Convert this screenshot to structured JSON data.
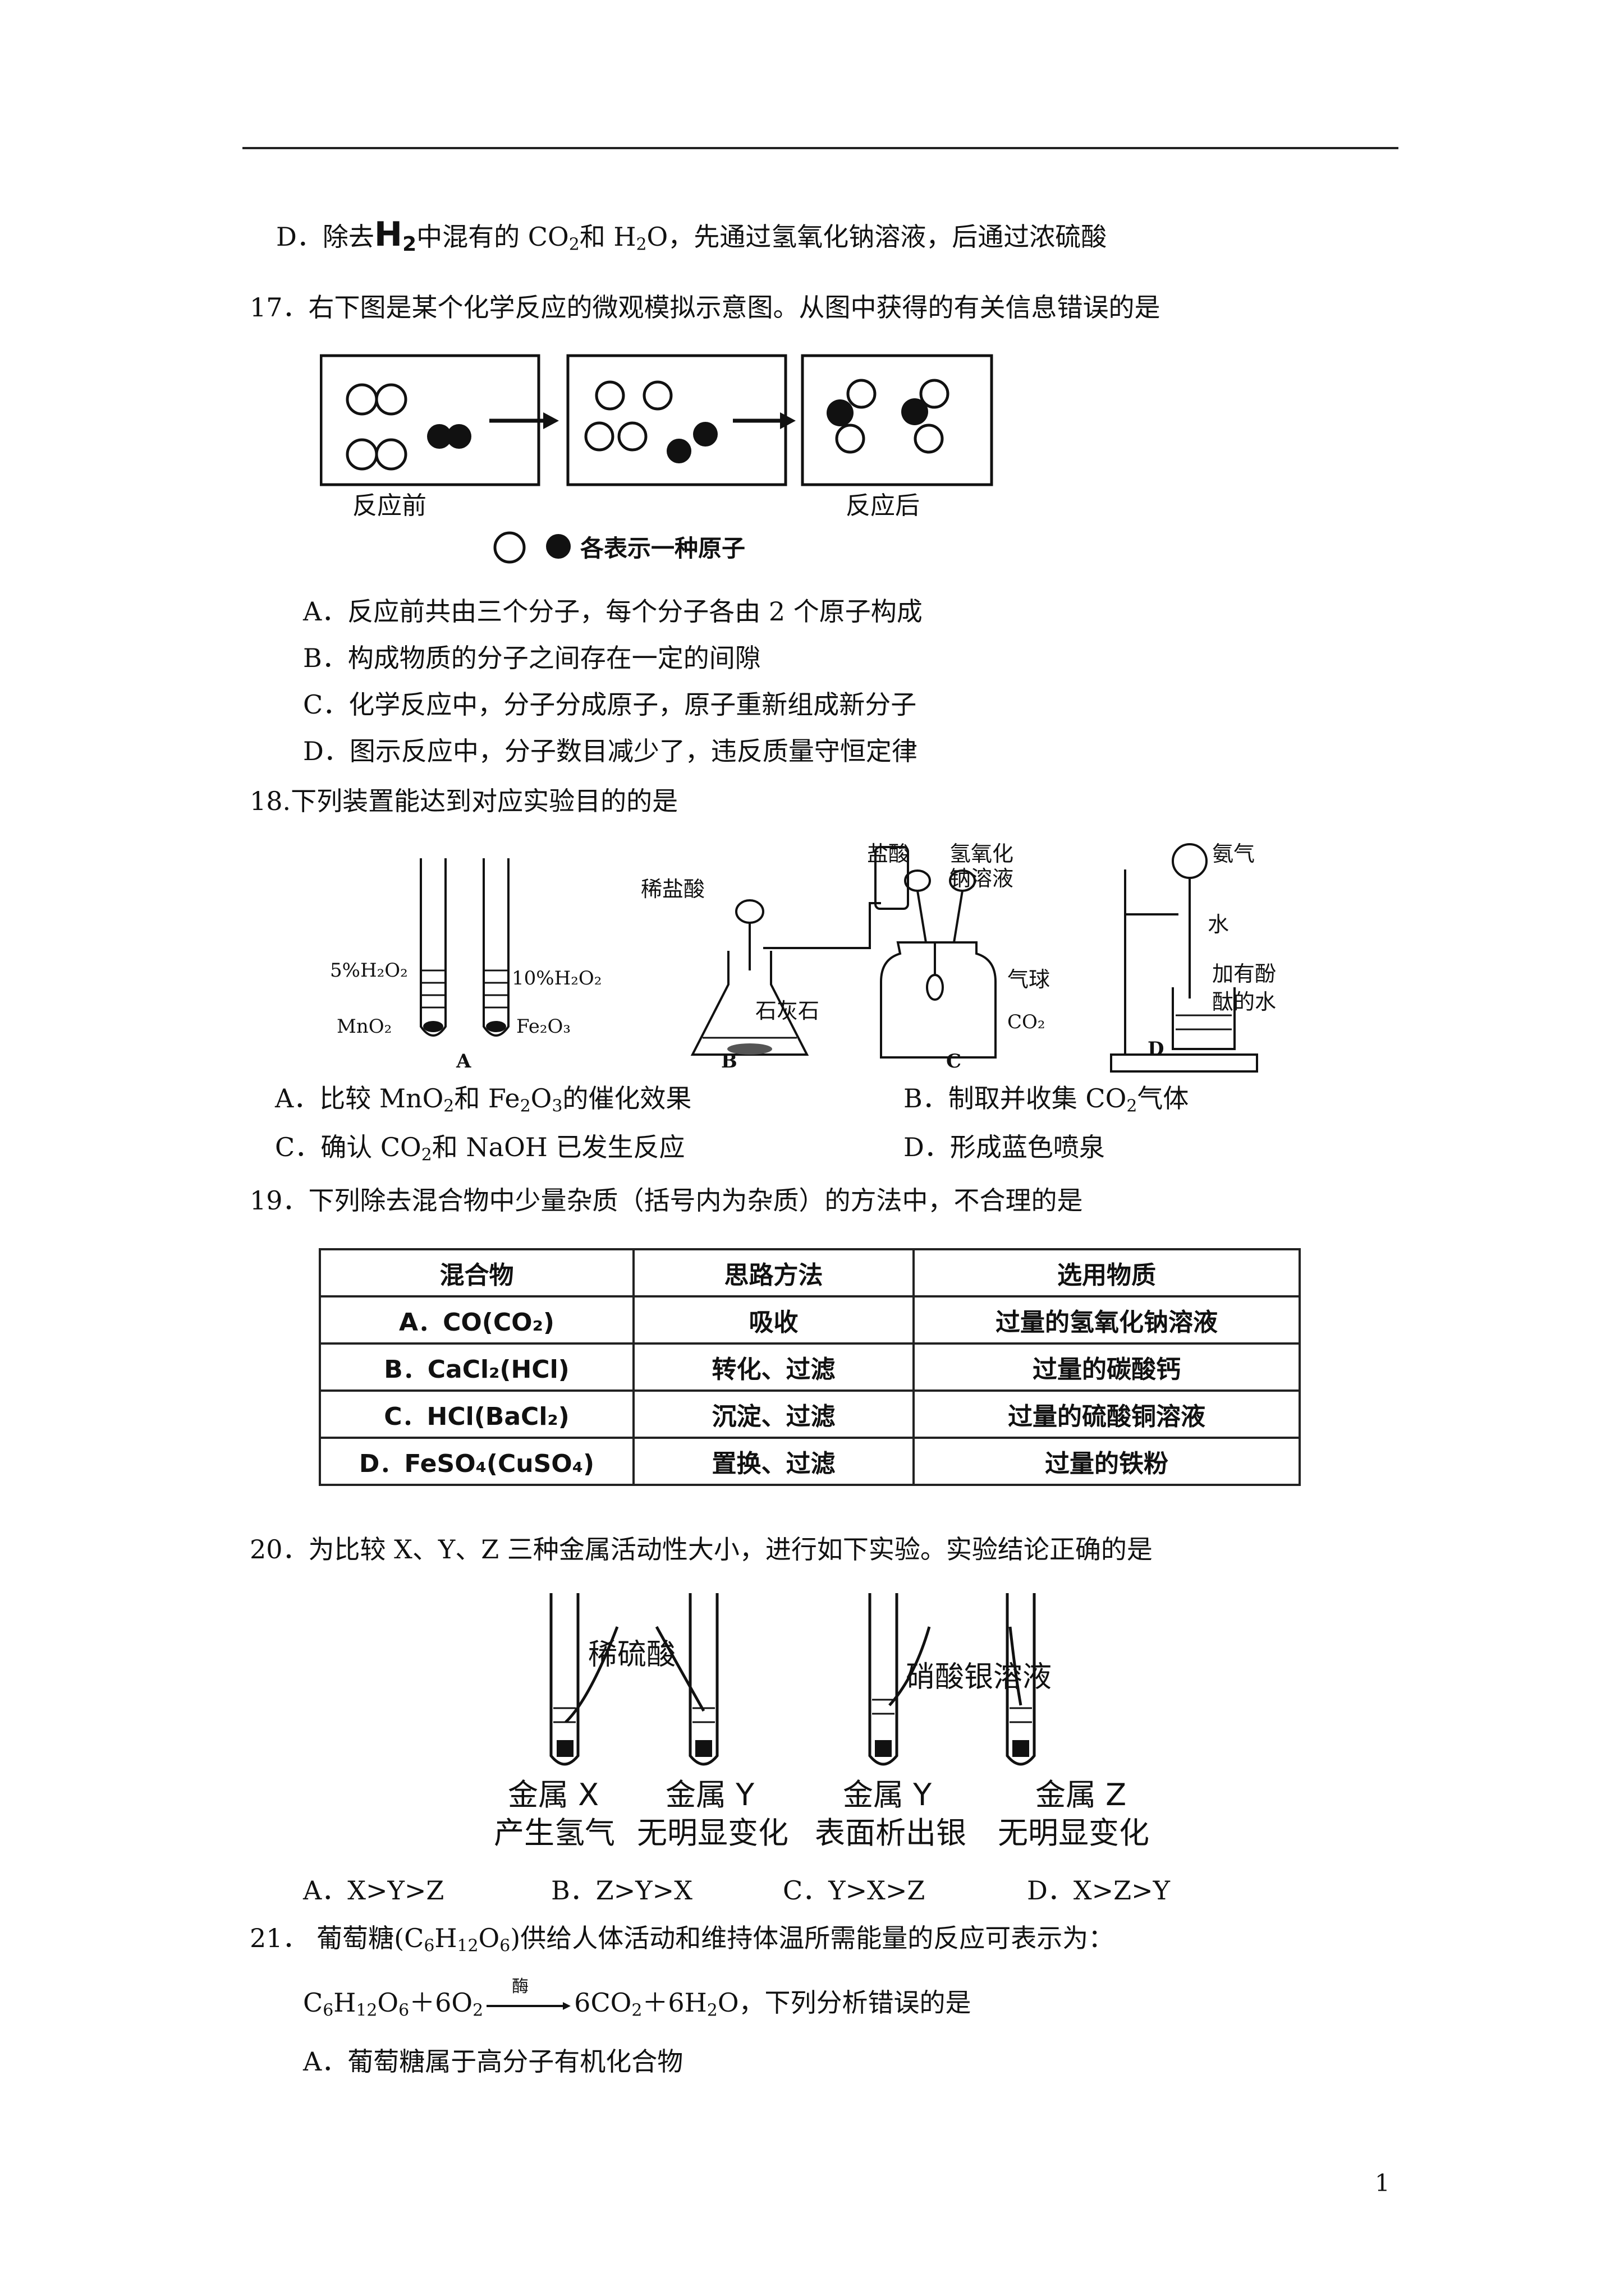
{
  "q16": {
    "d": {
      "prefix": "D．除去",
      "h2": "H",
      "h2_sub": "2",
      "mid": "中混有的 CO",
      "co2_sub": "2",
      "and": "和 H",
      "h2o_sub": "2",
      "tail": "O，先通过氢氧化钠溶液，后通过浓硫酸"
    }
  },
  "q17": {
    "stem": "17．右下图是某个化学反应的微观模拟示意图。从图中获得的有关信息错误的是",
    "figure": {
      "before_label": "反应前",
      "after_label": "反应后",
      "legend": "各表示一种原子"
    },
    "options": [
      "A．反应前共由三个分子，每个分子各由 2 个原子构成",
      "B．构成物质的分子之间存在一定的间隙",
      "C．化学反应中，分子分成原子，原子重新组成新分子",
      "D．图示反应中，分子数目减少了，违反质量守恒定律"
    ]
  },
  "q18": {
    "stem": "18.下列装置能达到对应实验目的的是",
    "figure": {
      "a": {
        "left_conc": "5%H₂O₂",
        "right_conc": "10%H₂O₂",
        "left_cat": "MnO₂",
        "right_cat": "Fe₂O₃",
        "letter": "A"
      },
      "b": {
        "acid": "稀盐酸",
        "solid": "石灰石",
        "letter": "B"
      },
      "c": {
        "acid": "盐酸",
        "base1": "氢氧化",
        "base2": "钠溶液",
        "balloon": "气球",
        "gas": "CO₂",
        "letter": "C"
      },
      "d": {
        "gas": "氨气",
        "water": "水",
        "liquid1": "加有酚",
        "liquid2": "酞的水",
        "letter": "D"
      }
    },
    "options": {
      "a": {
        "pre": "A．比较 MnO",
        "s1": "2",
        "mid": "和 Fe",
        "s2": "2",
        "mid2": "O",
        "s3": "3",
        "post": "的催化效果"
      },
      "b": {
        "pre": "B．制取并收集 CO",
        "s1": "2",
        "post": "气体"
      },
      "c": {
        "pre": "C．确认 CO",
        "s1": "2",
        "post": "和 NaOH 已发生反应"
      },
      "d": "D．形成蓝色喷泉"
    }
  },
  "q19": {
    "stem": "19．下列除去混合物中少量杂质（括号内为杂质）的方法中，不合理的是",
    "headers": [
      "混合物",
      "思路方法",
      "选用物质"
    ],
    "rows": [
      {
        "mix": "A．CO(CO₂)",
        "method": "吸收",
        "reagent": "过量的氢氧化钠溶液"
      },
      {
        "mix": "B．CaCl₂(HCl)",
        "method": "转化、过滤",
        "reagent": "过量的碳酸钙"
      },
      {
        "mix": "C．HCl(BaCl₂)",
        "method": "沉淀、过滤",
        "reagent": "过量的硫酸铜溶液"
      },
      {
        "mix": "D．FeSO₄(CuSO₄)",
        "method": "置换、过滤",
        "reagent": "过量的铁粉"
      }
    ]
  },
  "q20": {
    "stem": "20．为比较 X、Y、Z 三种金属活动性大小，进行如下实验。实验结论正确的是",
    "figure": {
      "acid": "稀硫酸",
      "salt": "硝酸银溶液",
      "tubes": [
        {
          "metal": "金属 X",
          "result": "产生氢气"
        },
        {
          "metal": "金属 Y",
          "result": "无明显变化"
        },
        {
          "metal": "金属 Y",
          "result": "表面析出银"
        },
        {
          "metal": "金属 Z",
          "result": "无明显变化"
        }
      ]
    },
    "options": [
      "A．X>Y>Z",
      "B．Z>Y>X",
      "C．Y>X>Z",
      "D．X>Z>Y"
    ]
  },
  "q21": {
    "stem": {
      "pre": "21．  葡萄糖(C",
      "s1": "6",
      "m1": "H",
      "s2": "12",
      "m2": "O",
      "s3": "6",
      "post": ")供给人体活动和维持体温所需能量的反应可表示为："
    },
    "equation": {
      "c": "C",
      "s1": "6",
      "h": "H",
      "s2": "12",
      "o": "O",
      "s3": "6",
      "plus": "＋6O",
      "s4": "2",
      "enzyme": "酶",
      "prod1": "6CO",
      "s5": "2",
      "prod2": "＋6H",
      "s6": "2",
      "tail": "O，下列分析错误的是"
    },
    "option_a": "A．葡萄糖属于高分子有机化合物"
  },
  "page_number": "1"
}
